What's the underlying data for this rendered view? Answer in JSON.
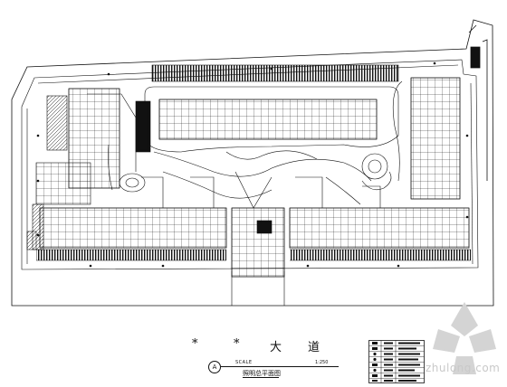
{
  "road": {
    "star1": "*",
    "star2": "*",
    "char1": "大",
    "char2": "道"
  },
  "scale": {
    "marker": "A",
    "label": "SCALE",
    "ratio": "1:250"
  },
  "drawing": {
    "title": "照明总平面图"
  },
  "watermark": {
    "text": "zhulong.com"
  },
  "colors": {
    "line": "#111111",
    "paper": "#ffffff",
    "watermark": "#c9c9c9"
  }
}
